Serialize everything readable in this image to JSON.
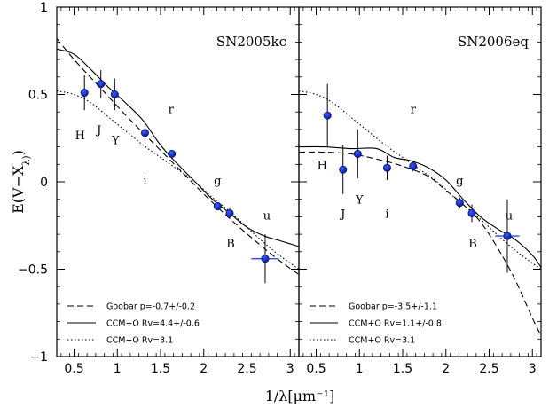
{
  "chart_data": {
    "type": "scatter",
    "xlabel": "1/λ[μm⁻¹]",
    "ylabel": "E(V−X_λ)",
    "xlim": [
      0.3,
      3.1
    ],
    "ylim": [
      -1,
      1
    ],
    "x_ticks": [
      0.5,
      1,
      1.5,
      2,
      2.5,
      3
    ],
    "y_ticks": [
      1,
      0.5,
      0,
      -0.5,
      -1
    ],
    "panels": [
      {
        "title": "SN2005kc",
        "points": [
          {
            "band": "H",
            "x": 0.62,
            "y": 0.51,
            "err": 0.1,
            "xerr": 0
          },
          {
            "band": "J",
            "x": 0.81,
            "y": 0.56,
            "err": 0.08,
            "xerr": 0
          },
          {
            "band": "Y",
            "x": 0.97,
            "y": 0.5,
            "err": 0.09,
            "xerr": 0
          },
          {
            "band": "i",
            "x": 1.32,
            "y": 0.28,
            "err": 0.09,
            "xerr": 0
          },
          {
            "band": "r",
            "x": 1.63,
            "y": 0.16,
            "err": 0.02,
            "xerr": 0
          },
          {
            "band": "g",
            "x": 2.16,
            "y": -0.14,
            "err": 0.02,
            "xerr": 0
          },
          {
            "band": "B",
            "x": 2.3,
            "y": -0.18,
            "err": 0.03,
            "xerr": 0
          },
          {
            "band": "u",
            "x": 2.71,
            "y": -0.44,
            "err": 0.14,
            "xerr": 0.16
          }
        ],
        "band_labels": [
          {
            "text": "H",
            "x": 0.57,
            "y": 0.27
          },
          {
            "text": "J",
            "x": 0.79,
            "y": 0.3
          },
          {
            "text": "Y",
            "x": 0.98,
            "y": 0.24
          },
          {
            "text": "i",
            "x": 1.32,
            "y": 0.01
          },
          {
            "text": "r",
            "x": 1.62,
            "y": 0.42
          },
          {
            "text": "g",
            "x": 2.16,
            "y": 0.01
          },
          {
            "text": "B",
            "x": 2.31,
            "y": -0.35
          },
          {
            "text": "u",
            "x": 2.73,
            "y": -0.19
          }
        ],
        "curves": [
          {
            "name": "Goobar p=-0.7+/-0.2",
            "style": "dashed",
            "x": [
              0.3,
              0.5,
              0.8,
              1.1,
              1.4,
              1.7,
              2.0,
              2.3,
              2.6,
              2.9,
              3.1
            ],
            "y": [
              0.82,
              0.7,
              0.54,
              0.38,
              0.23,
              0.08,
              -0.07,
              -0.21,
              -0.34,
              -0.46,
              -0.53
            ]
          },
          {
            "name": "CCM+O Rv=4.4+/-0.6",
            "style": "solid",
            "x": [
              0.3,
              0.5,
              0.7,
              0.9,
              1.1,
              1.3,
              1.5,
              1.7,
              1.9,
              2.1,
              2.3,
              2.5,
              2.7,
              2.9,
              3.1
            ],
            "y": [
              0.76,
              0.73,
              0.64,
              0.54,
              0.45,
              0.35,
              0.21,
              0.1,
              0.0,
              -0.1,
              -0.18,
              -0.26,
              -0.31,
              -0.34,
              -0.37
            ]
          },
          {
            "name": "CCM+O Rv=3.1",
            "style": "dotted",
            "x": [
              0.3,
              0.5,
              0.7,
              0.9,
              1.1,
              1.3,
              1.5,
              1.7,
              1.9,
              2.1,
              2.3,
              2.5,
              2.7,
              2.9,
              3.1
            ],
            "y": [
              0.52,
              0.5,
              0.45,
              0.37,
              0.29,
              0.21,
              0.14,
              0.07,
              0.0,
              -0.09,
              -0.17,
              -0.26,
              -0.35,
              -0.43,
              -0.5
            ]
          }
        ]
      },
      {
        "title": "SN2006eq",
        "points": [
          {
            "band": "H",
            "x": 0.63,
            "y": 0.38,
            "err": 0.18,
            "xerr": 0
          },
          {
            "band": "J",
            "x": 0.81,
            "y": 0.07,
            "err": 0.14,
            "xerr": 0
          },
          {
            "band": "Y",
            "x": 0.98,
            "y": 0.16,
            "err": 0.14,
            "xerr": 0
          },
          {
            "band": "i",
            "x": 1.32,
            "y": 0.08,
            "err": 0.07,
            "xerr": 0
          },
          {
            "band": "r",
            "x": 1.62,
            "y": 0.09,
            "err": 0.03,
            "xerr": 0
          },
          {
            "band": "g",
            "x": 2.16,
            "y": -0.12,
            "err": 0.03,
            "xerr": 0
          },
          {
            "band": "B",
            "x": 2.3,
            "y": -0.18,
            "err": 0.05,
            "xerr": 0
          },
          {
            "band": "u",
            "x": 2.71,
            "y": -0.31,
            "err": 0.21,
            "xerr": 0.14
          }
        ],
        "band_labels": [
          {
            "text": "H",
            "x": 0.57,
            "y": 0.1
          },
          {
            "text": "J",
            "x": 0.81,
            "y": -0.18
          },
          {
            "text": "Y",
            "x": 1.0,
            "y": -0.1
          },
          {
            "text": "i",
            "x": 1.32,
            "y": -0.18
          },
          {
            "text": "r",
            "x": 1.62,
            "y": 0.42
          },
          {
            "text": "g",
            "x": 2.16,
            "y": 0.01
          },
          {
            "text": "B",
            "x": 2.31,
            "y": -0.35
          },
          {
            "text": "u",
            "x": 2.73,
            "y": -0.19
          }
        ],
        "curves": [
          {
            "name": "Goobar p=-3.5+/-1.1",
            "style": "dashed",
            "x": [
              0.3,
              0.6,
              0.9,
              1.2,
              1.5,
              1.8,
              2.0,
              2.2,
              2.4,
              2.6,
              2.8,
              3.0,
              3.1
            ],
            "y": [
              0.17,
              0.17,
              0.16,
              0.13,
              0.09,
              0.03,
              -0.05,
              -0.13,
              -0.23,
              -0.38,
              -0.56,
              -0.78,
              -0.88
            ]
          },
          {
            "name": "CCM+O Rv=1.1+/-0.8",
            "style": "solid",
            "x": [
              0.3,
              0.6,
              0.9,
              1.2,
              1.4,
              1.6,
              1.8,
              2.0,
              2.2,
              2.4,
              2.6,
              2.8,
              3.0,
              3.1
            ],
            "y": [
              0.2,
              0.2,
              0.19,
              0.19,
              0.14,
              0.12,
              0.08,
              0.01,
              -0.1,
              -0.2,
              -0.27,
              -0.33,
              -0.42,
              -0.49
            ]
          },
          {
            "name": "CCM+O Rv=3.1",
            "style": "dotted",
            "x": [
              0.3,
              0.5,
              0.7,
              0.9,
              1.1,
              1.3,
              1.5,
              1.7,
              1.9,
              2.1,
              2.3,
              2.5,
              2.7,
              2.9,
              3.1
            ],
            "y": [
              0.52,
              0.5,
              0.45,
              0.37,
              0.29,
              0.21,
              0.14,
              0.07,
              0.0,
              -0.09,
              -0.17,
              -0.26,
              -0.35,
              -0.43,
              -0.5
            ]
          }
        ]
      }
    ]
  }
}
